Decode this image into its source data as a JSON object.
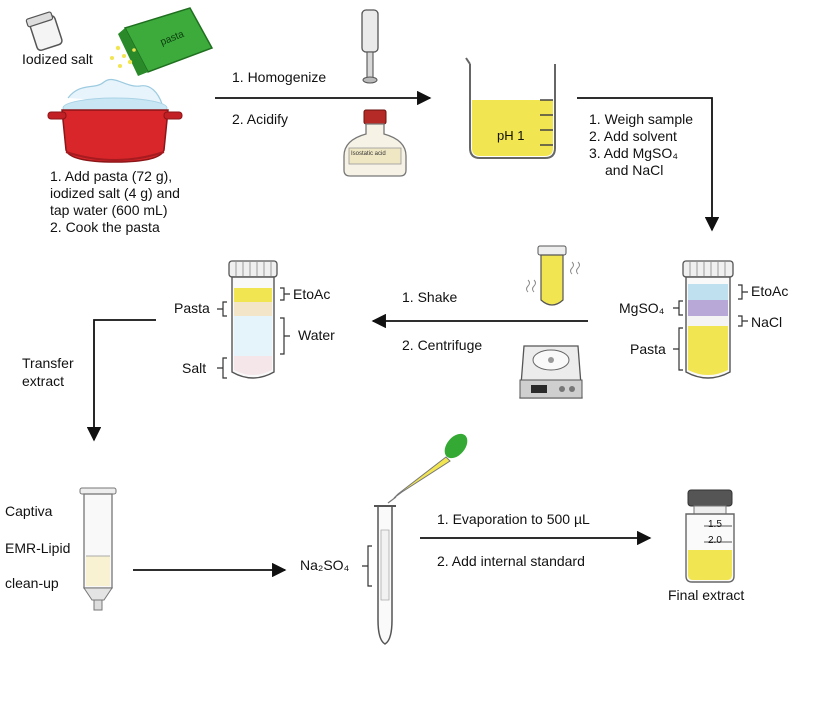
{
  "colors": {
    "pasta_yellow": "#f2e552",
    "pot_red": "#d8262a",
    "pack_green": "#3cab3c",
    "water_blue": "#d3ecf7",
    "mgso4_purple": "#b8a8d8",
    "etoac_blue": "#bfe0ef",
    "pipette_green": "#34a934",
    "vial_cap": "#555555"
  },
  "step1": {
    "salt_label": "Iodized salt",
    "pasta_pack_label": "pasta",
    "lines": [
      "1. Add pasta (72 g),",
      "iodized salt (4 g) and",
      "tap water (600 mL)",
      "2. Cook the pasta"
    ]
  },
  "step2": {
    "arrow_top": "1. Homogenize",
    "arrow_bottom": "2. Acidify",
    "bottle_label": "Isostatic acid",
    "beaker_label": "pH 1"
  },
  "step3": {
    "lines": [
      "1. Weigh sample",
      "2. Add solvent",
      "3. Add MgSO₄",
      "and NaCl"
    ],
    "tube_labels": {
      "etoac": "EtoAc",
      "mgso4": "MgSO₄",
      "nacl": "NaCl",
      "pasta": "Pasta"
    }
  },
  "step4": {
    "arrow_top": "1. Shake",
    "arrow_bottom": "2. Centrifuge",
    "tube_labels": {
      "etoac": "EtoAc",
      "pasta": "Pasta",
      "water": "Water",
      "salt": "Salt"
    }
  },
  "step5": {
    "transfer_lines": [
      "Transfer",
      "extract"
    ],
    "cartridge_lines": [
      "Captiva",
      "EMR-Lipid",
      "clean-up"
    ]
  },
  "step6": {
    "na2so4": "Na₂SO₄",
    "arrow_top": "1. Evaporation to 500 µL",
    "arrow_bottom": "2. Add internal standard",
    "vial_marks": [
      "1.5",
      "2.0"
    ],
    "final_label": "Final extract"
  }
}
